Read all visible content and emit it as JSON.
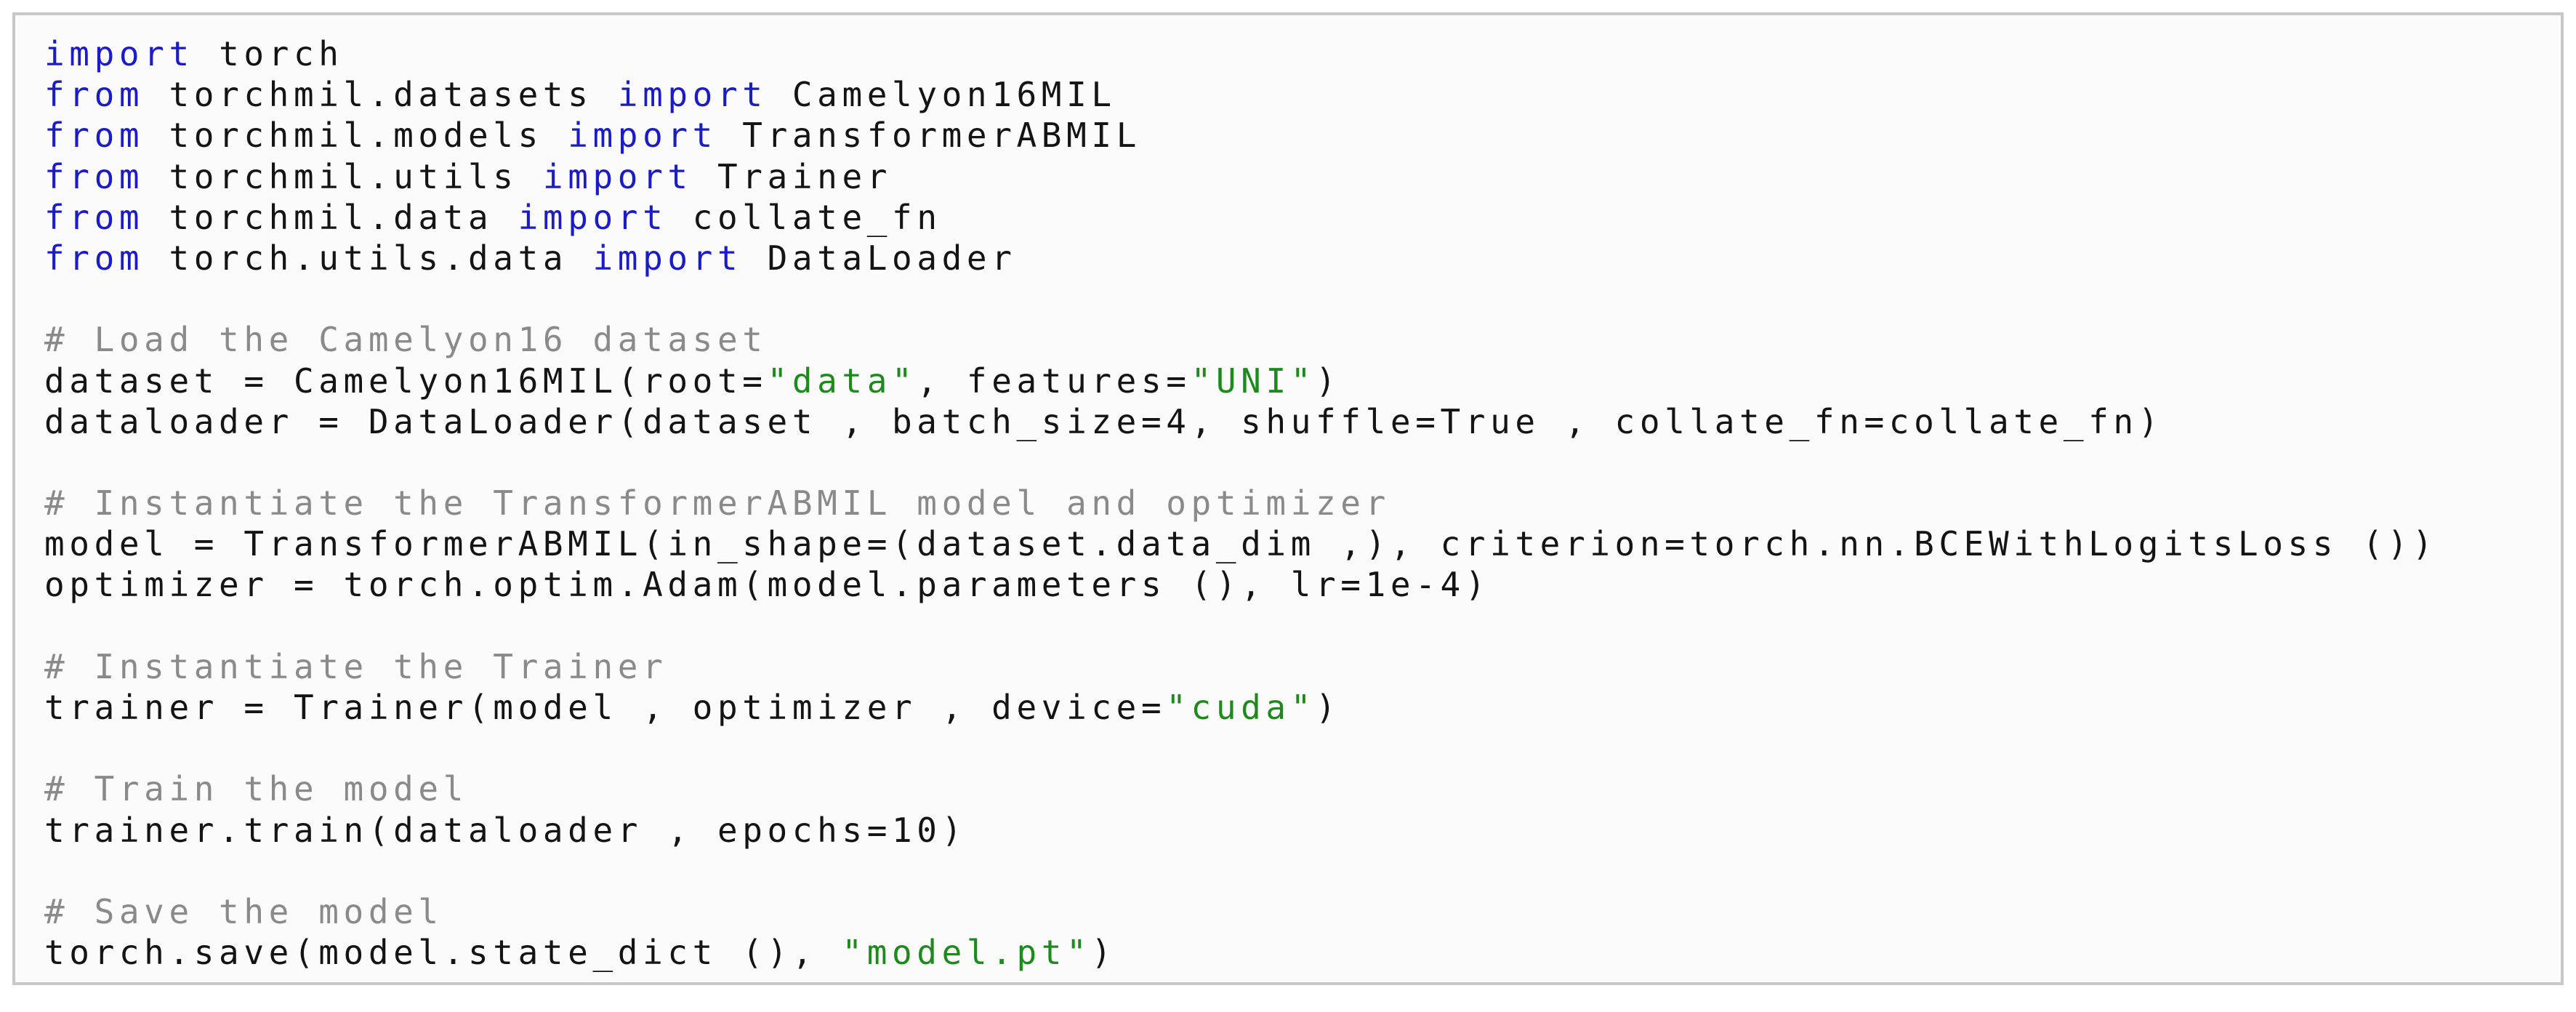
{
  "lines": [
    [
      {
        "t": "kw",
        "s": "import"
      },
      {
        "t": "p",
        "s": " torch"
      }
    ],
    [
      {
        "t": "kw",
        "s": "from"
      },
      {
        "t": "p",
        "s": " torchmil.datasets "
      },
      {
        "t": "kw",
        "s": "import"
      },
      {
        "t": "p",
        "s": " Camelyon16MIL"
      }
    ],
    [
      {
        "t": "kw",
        "s": "from"
      },
      {
        "t": "p",
        "s": " torchmil.models "
      },
      {
        "t": "kw",
        "s": "import"
      },
      {
        "t": "p",
        "s": " TransformerABMIL"
      }
    ],
    [
      {
        "t": "kw",
        "s": "from"
      },
      {
        "t": "p",
        "s": " torchmil.utils "
      },
      {
        "t": "kw",
        "s": "import"
      },
      {
        "t": "p",
        "s": " Trainer"
      }
    ],
    [
      {
        "t": "kw",
        "s": "from"
      },
      {
        "t": "p",
        "s": " torchmil.data "
      },
      {
        "t": "kw",
        "s": "import"
      },
      {
        "t": "p",
        "s": " collate_fn"
      }
    ],
    [
      {
        "t": "kw",
        "s": "from"
      },
      {
        "t": "p",
        "s": " torch.utils.data "
      },
      {
        "t": "kw",
        "s": "import"
      },
      {
        "t": "p",
        "s": " DataLoader"
      }
    ],
    [],
    [
      {
        "t": "cm",
        "s": "# Load the Camelyon16 dataset"
      }
    ],
    [
      {
        "t": "p",
        "s": "dataset = Camelyon16MIL(root="
      },
      {
        "t": "str",
        "s": "\"data\""
      },
      {
        "t": "p",
        "s": ", features="
      },
      {
        "t": "str",
        "s": "\"UNI\""
      },
      {
        "t": "p",
        "s": ")"
      }
    ],
    [
      {
        "t": "p",
        "s": "dataloader = DataLoader(dataset , batch_size=4, shuffle=True , collate_fn=collate_fn)"
      }
    ],
    [],
    [
      {
        "t": "cm",
        "s": "# Instantiate the TransformerABMIL model and optimizer"
      }
    ],
    [
      {
        "t": "p",
        "s": "model = TransformerABMIL(in_shape=(dataset.data_dim ,), criterion=torch.nn.BCEWithLogitsLoss ())"
      }
    ],
    [
      {
        "t": "p",
        "s": "optimizer = torch.optim.Adam(model.parameters (), lr=1e-4)"
      }
    ],
    [],
    [
      {
        "t": "cm",
        "s": "# Instantiate the Trainer"
      }
    ],
    [
      {
        "t": "p",
        "s": "trainer = Trainer(model , optimizer , device="
      },
      {
        "t": "str",
        "s": "\"cuda\""
      },
      {
        "t": "p",
        "s": ")"
      }
    ],
    [],
    [
      {
        "t": "cm",
        "s": "# Train the model"
      }
    ],
    [
      {
        "t": "p",
        "s": "trainer.train(dataloader , epochs=10)"
      }
    ],
    [],
    [
      {
        "t": "cm",
        "s": "# Save the model"
      }
    ],
    [
      {
        "t": "p",
        "s": "torch.save(model.state_dict (), "
      },
      {
        "t": "str",
        "s": "\"model.pt\""
      },
      {
        "t": "p",
        "s": ")"
      }
    ]
  ]
}
